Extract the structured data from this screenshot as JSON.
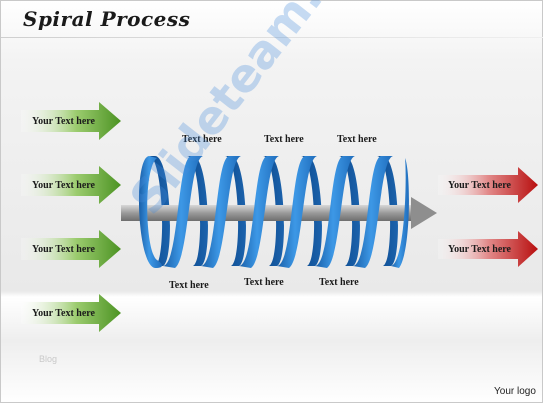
{
  "title": "Spiral Process",
  "left_items": [
    {
      "label": "Your Text here"
    },
    {
      "label": "Your Text here"
    },
    {
      "label": "Your Text here"
    },
    {
      "label": "Your Text here"
    }
  ],
  "right_items": [
    {
      "label": "Your Text here"
    },
    {
      "label": "Your Text here"
    }
  ],
  "coil_top_labels": [
    "Text here",
    "Text here",
    "Text here"
  ],
  "coil_bottom_labels": [
    "Text here",
    "Text here",
    "Text here"
  ],
  "watermark": "Slideteam.net",
  "faint_tag": "Blog",
  "logo": "Your logo",
  "colors": {
    "green_arrow": "#5a9e2d",
    "red_arrow": "#c01515",
    "coil_blue": "#2d86d6",
    "shaft_gray": "#8a8a8a"
  }
}
